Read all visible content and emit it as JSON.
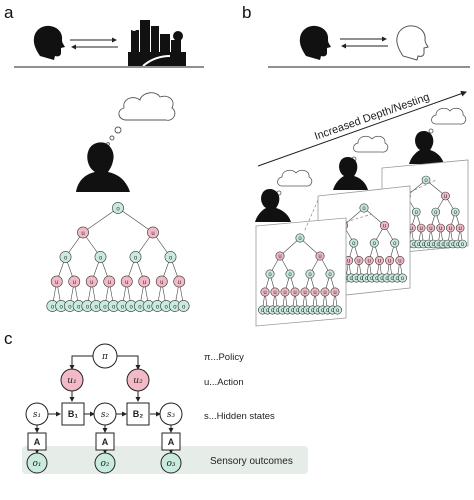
{
  "panels": {
    "a": {
      "letter": "a"
    },
    "b": {
      "letter": "b",
      "depth_label": "Increased Depth/Nesting"
    },
    "c": {
      "letter": "c"
    }
  },
  "tree_labels": {
    "policy_node": "o",
    "action_node": "u",
    "outcome_node": "o"
  },
  "model_c": {
    "policy": "π",
    "actions": [
      "u₁",
      "u₂"
    ],
    "states": [
      "s₁",
      "s₂",
      "s₃"
    ],
    "transitions": [
      "B₁",
      "B₂"
    ],
    "likelihoods": [
      "A",
      "A",
      "A"
    ],
    "outcomes": [
      "o₁",
      "o₂",
      "o₃"
    ]
  },
  "legend": {
    "policy": "π...Policy",
    "action": "u...Action",
    "states": "s...Hidden states",
    "sensory": "Sensory outcomes"
  },
  "colors": {
    "action_fill": "#f2b9c6",
    "outcome_fill": "#c9ebde",
    "sensory_band": "#e6ece8",
    "silhouette": "#111111"
  }
}
